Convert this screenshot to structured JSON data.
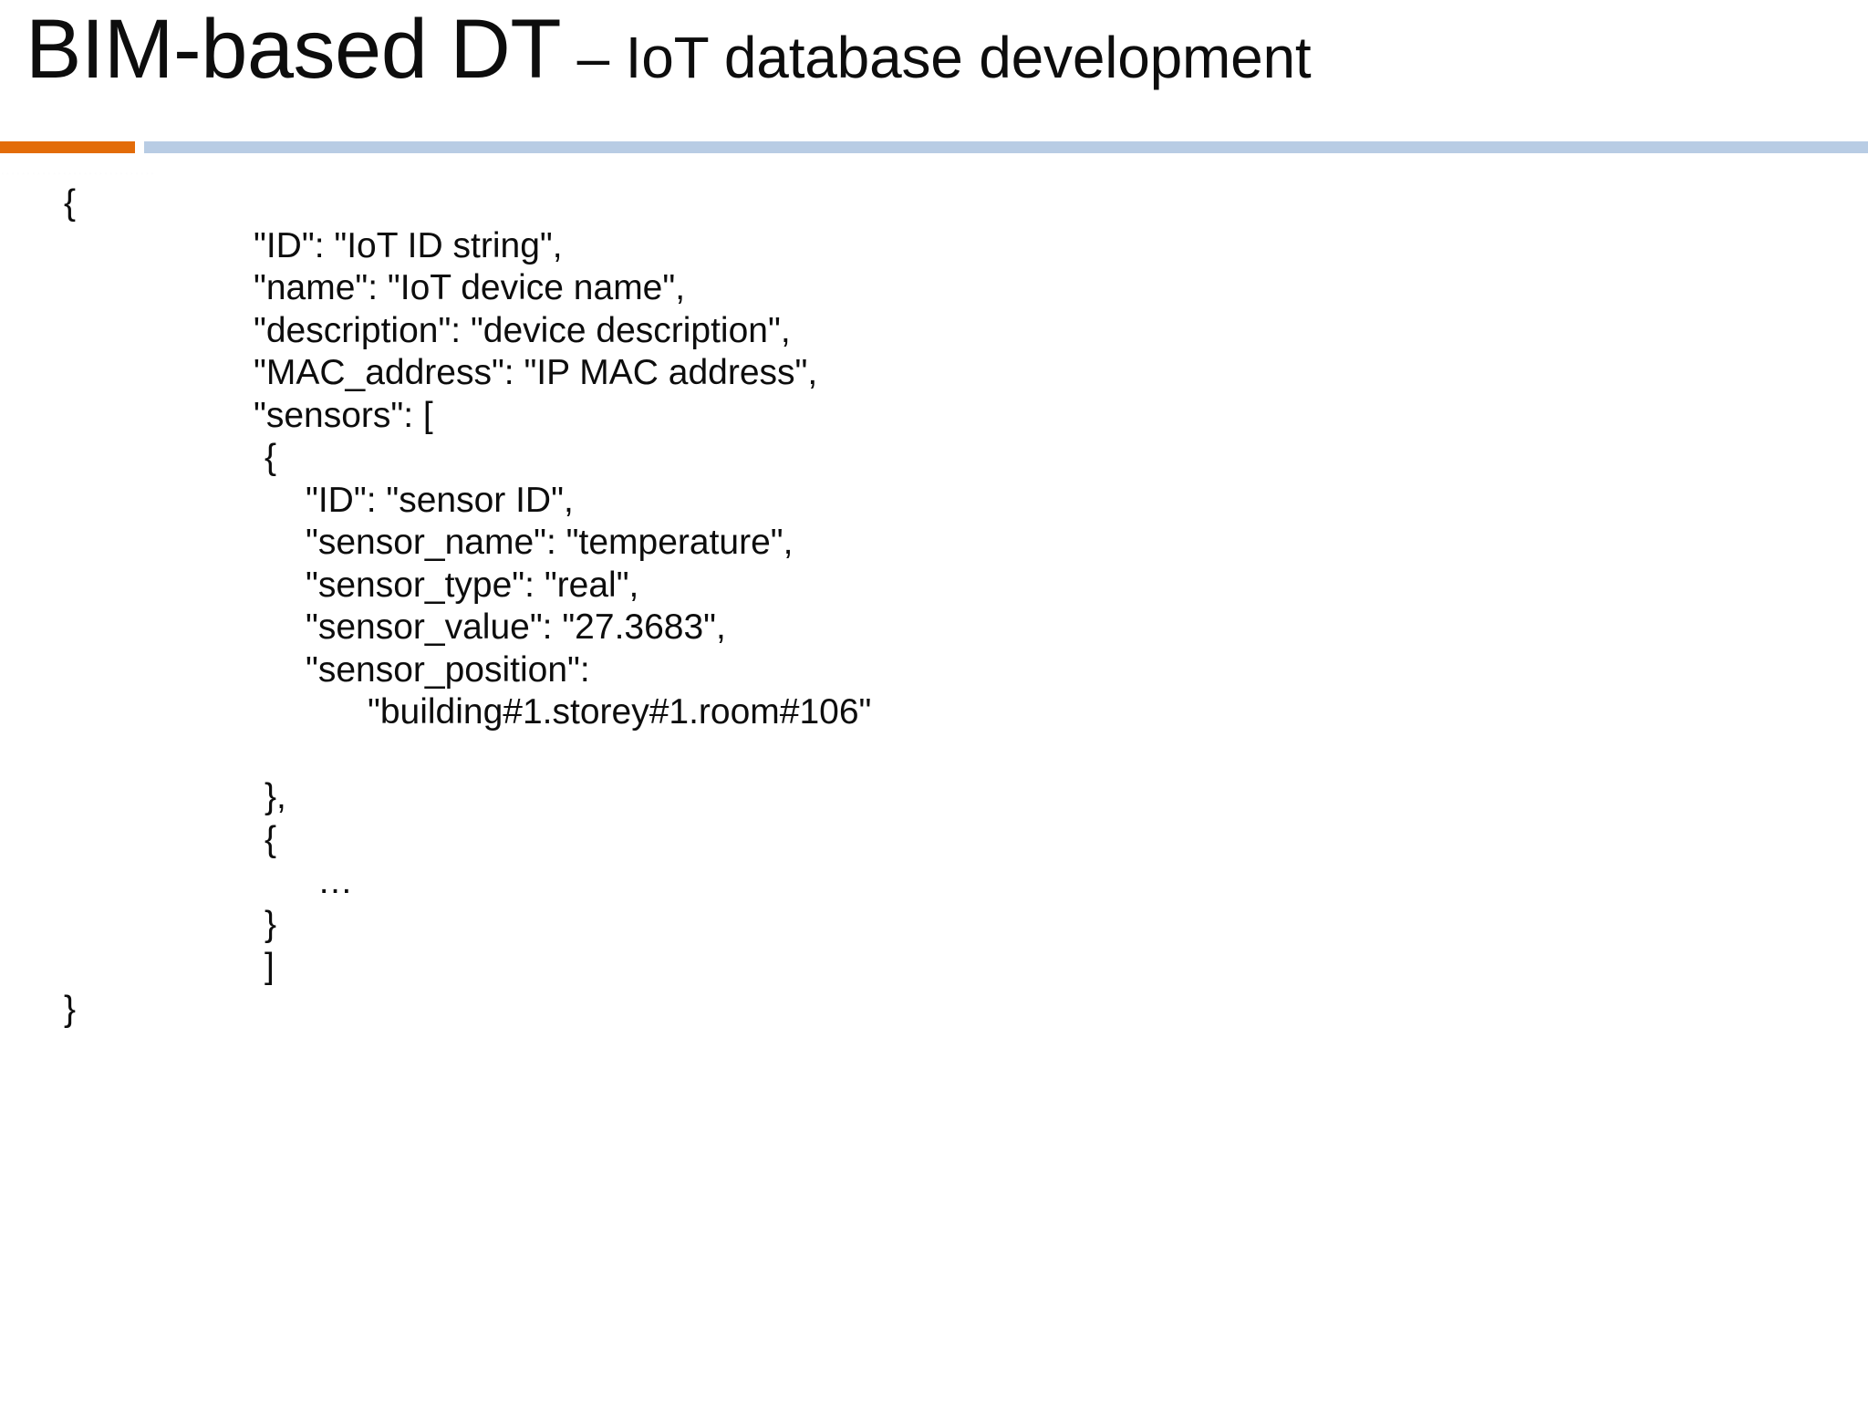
{
  "slide": {
    "background_color": "#ffffff",
    "title": {
      "main": "BIM-based DT",
      "separator_and_subtitle": " – IoT database development"
    },
    "accent_rules": {
      "orange_color": "#E36C09",
      "blue_color": "#B8CCE4"
    },
    "ghost_row_text": "······························"
  },
  "json_listing": {
    "lines": [
      {
        "indent": 0,
        "text": "{"
      },
      {
        "indent": 1,
        "text": "\"ID\": \"IoT ID string\","
      },
      {
        "indent": 1,
        "text": "\"name\": \"IoT device name\","
      },
      {
        "indent": 1,
        "text": "\"description\": \"device description\","
      },
      {
        "indent": 1,
        "text": "\"MAC_address\": \"IP MAC address\","
      },
      {
        "indent": 1,
        "text": "\"sensors\": ["
      },
      {
        "indent": 2,
        "text": "{"
      },
      {
        "indent": 3,
        "text": "\"ID\": \"sensor ID\","
      },
      {
        "indent": 3,
        "text": "\"sensor_name\": \"temperature\","
      },
      {
        "indent": 3,
        "text": "\"sensor_type\": \"real\","
      },
      {
        "indent": 3,
        "text": "\"sensor_value\": \"27.3683\","
      },
      {
        "indent": 3,
        "text": "\"sensor_position\":"
      },
      {
        "indent": 4,
        "text": "\"building#1.storey#1.room#106\""
      },
      {
        "indent": 2,
        "text": "},"
      },
      {
        "indent": 2,
        "text": "{"
      },
      {
        "indent": 5,
        "text": "…"
      },
      {
        "indent": 2,
        "text": "}"
      },
      {
        "indent": 2,
        "text": "]"
      },
      {
        "indent": 0,
        "text": "}"
      }
    ]
  }
}
